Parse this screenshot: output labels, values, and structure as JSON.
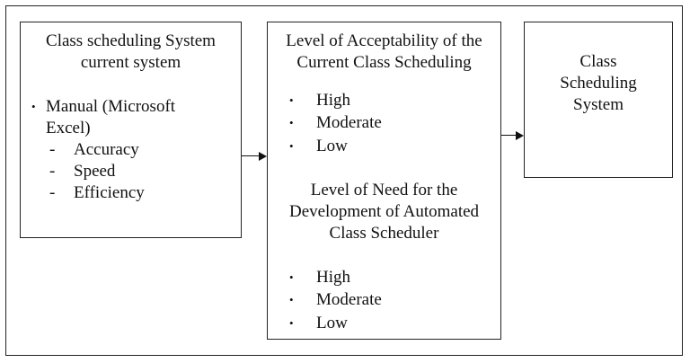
{
  "box1": {
    "title_line1": "Class scheduling System",
    "title_line2": "current system",
    "bullet": "•",
    "item_line1": "Manual (Microsoft",
    "item_line2": "Excel)",
    "sub_items": [
      {
        "dash": "-",
        "label": "Accuracy"
      },
      {
        "dash": "-",
        "label": "Speed"
      },
      {
        "dash": "-",
        "label": "Efficiency"
      }
    ]
  },
  "box2": {
    "section1": {
      "title_line1": "Level of Acceptability of the",
      "title_line2": "Current Class Scheduling",
      "items": [
        "High",
        "Moderate",
        "Low"
      ]
    },
    "section2": {
      "title_line1": "Level of Need for the",
      "title_line2": "Development of Automated",
      "title_line3": "Class Scheduler",
      "items": [
        "High",
        "Moderate",
        "Low"
      ]
    },
    "bullet": "•"
  },
  "box3": {
    "title_line1": "Class",
    "title_line2": "Scheduling",
    "title_line3": "System"
  }
}
